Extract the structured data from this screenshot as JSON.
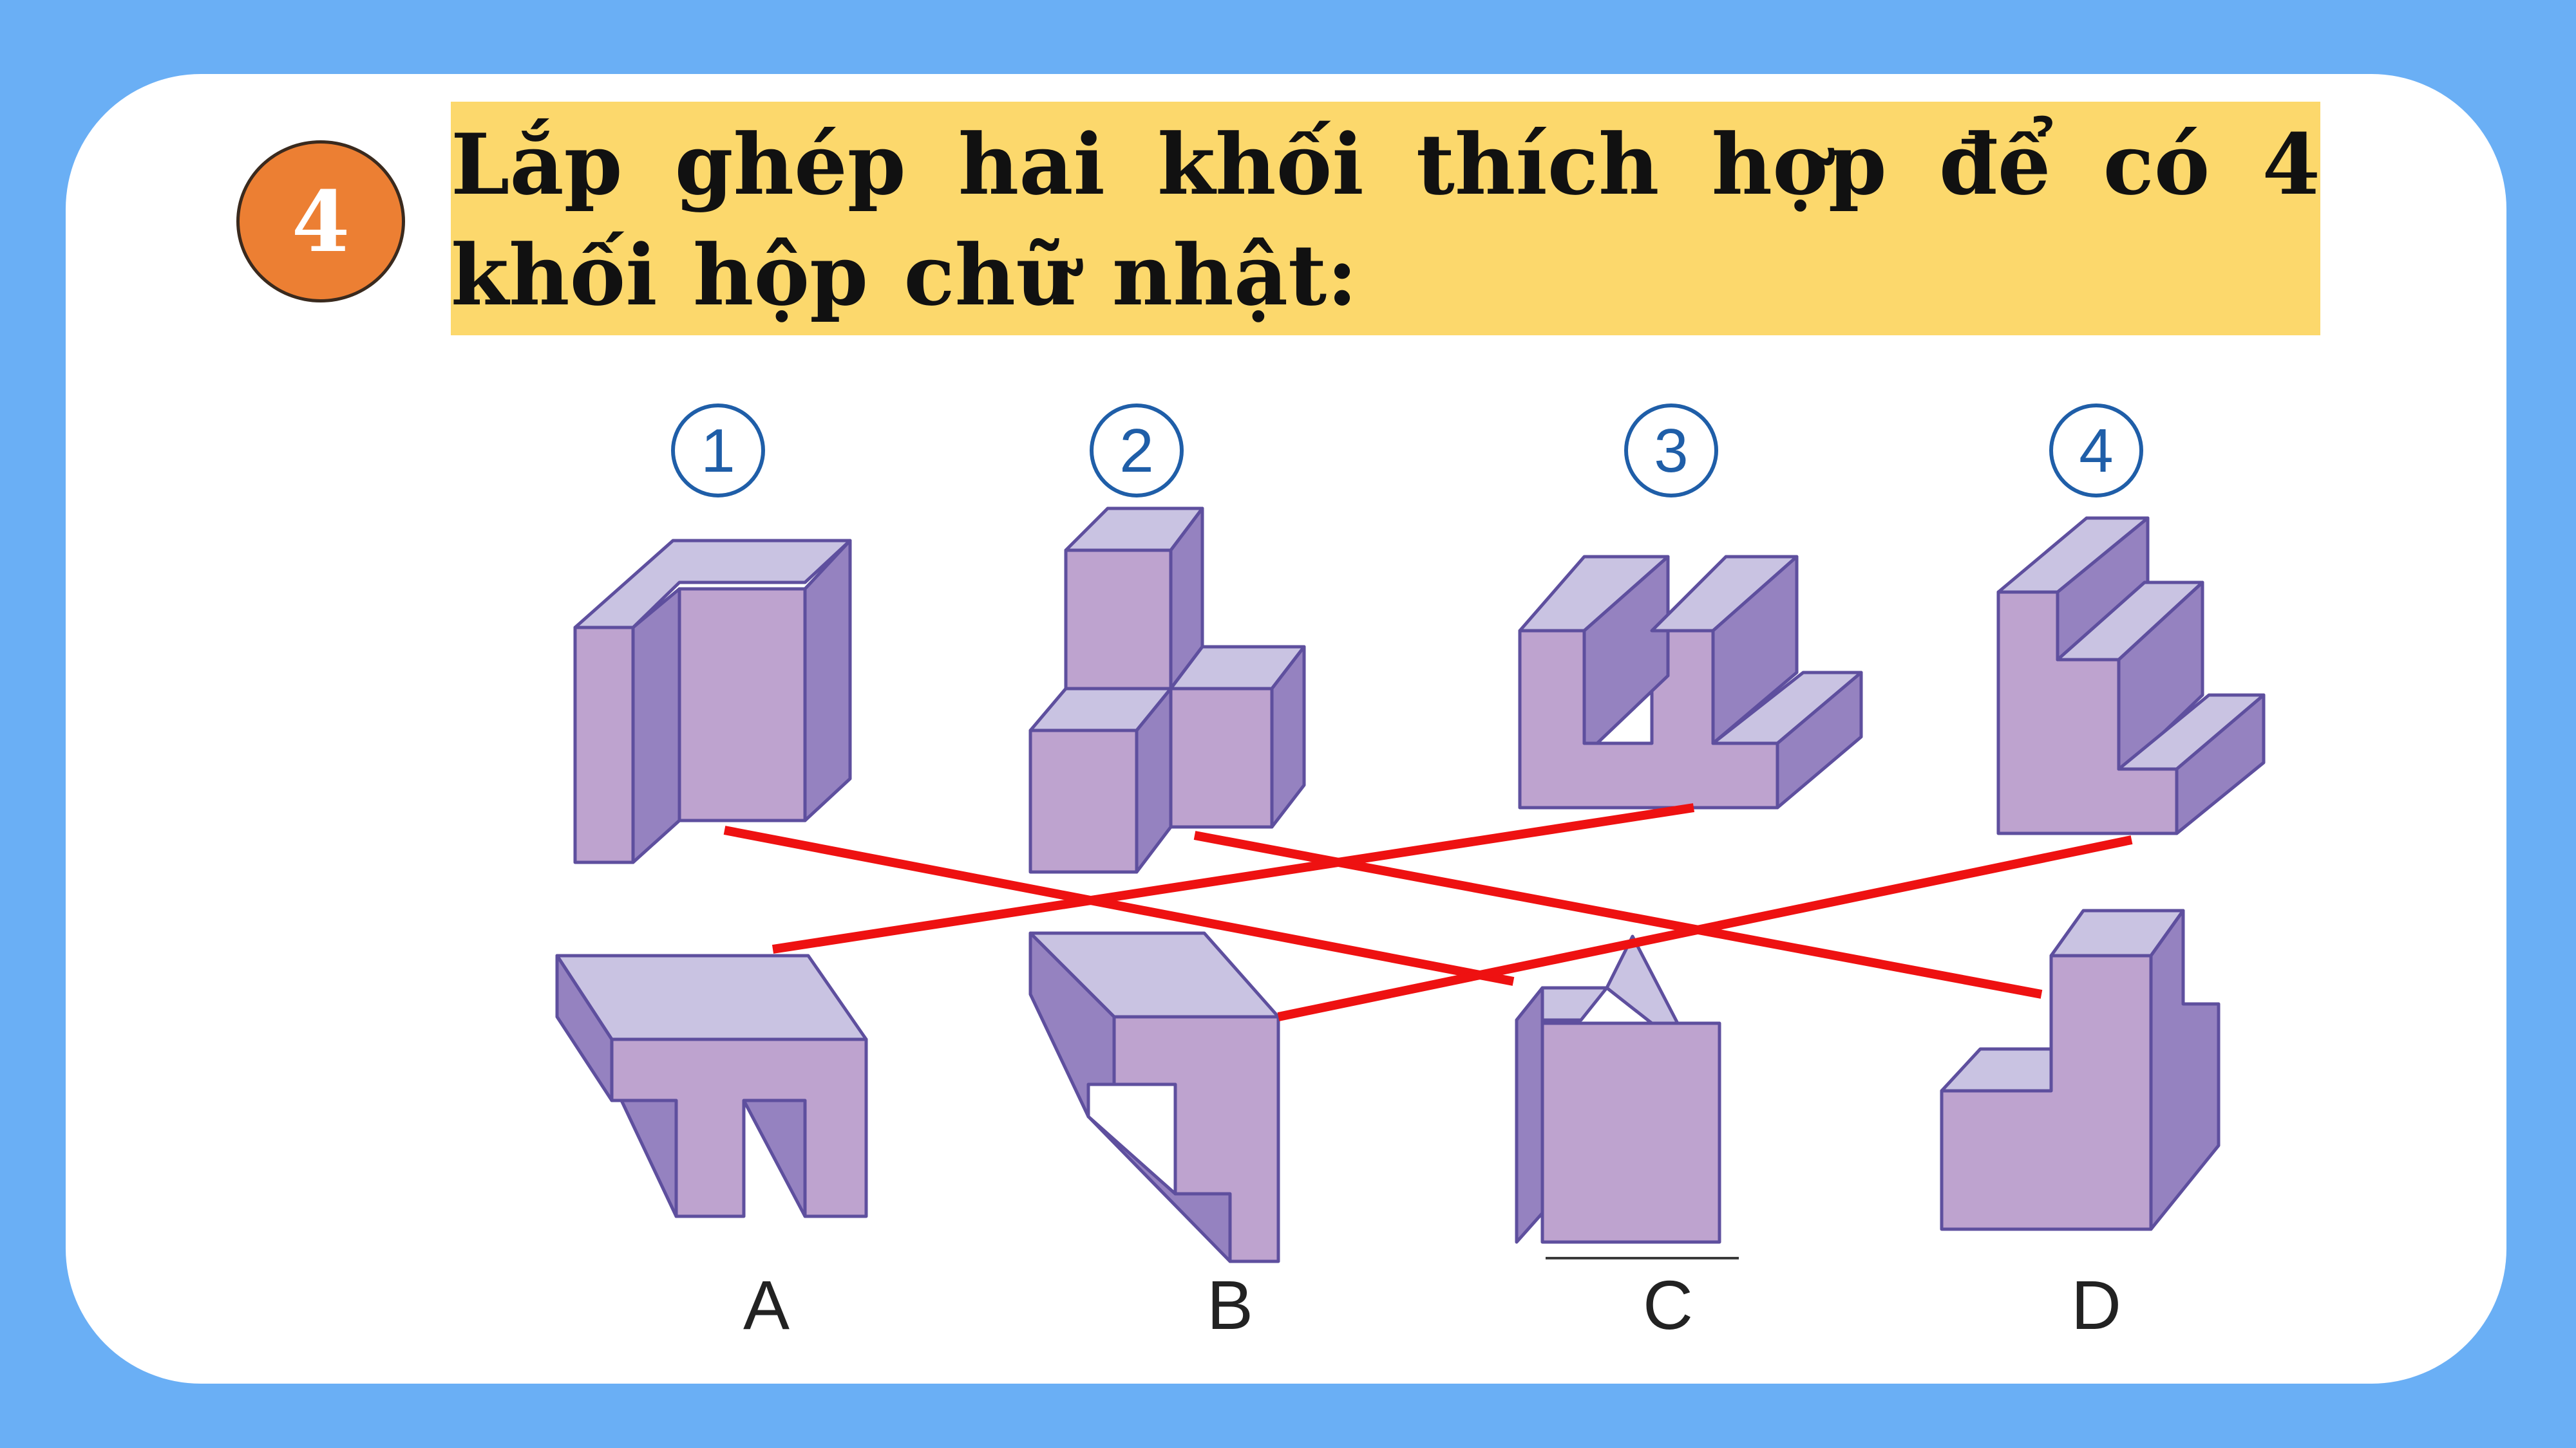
{
  "exercise": {
    "number": "4",
    "title": "Lắp ghép hai khối thích hợp để có 4 khối hộp chữ nhật:"
  },
  "top_blocks": [
    {
      "label": "1"
    },
    {
      "label": "2"
    },
    {
      "label": "3"
    },
    {
      "label": "4"
    }
  ],
  "bottom_blocks": [
    {
      "label": "A"
    },
    {
      "label": "B"
    },
    {
      "label": "C"
    },
    {
      "label": "D"
    }
  ],
  "matches": [
    {
      "from": "1",
      "to": "C"
    },
    {
      "from": "2",
      "to": "D"
    },
    {
      "from": "3",
      "to": "A"
    },
    {
      "from": "4",
      "to": "B"
    }
  ],
  "colors": {
    "background": "#6aaff5",
    "card": "#ffffff",
    "badge": "#ec7f33",
    "title_highlight": "#fcd86c",
    "block_front": "#bea3cf",
    "block_top": "#c9c3e2",
    "block_side": "#9582c0",
    "block_stroke": "#5e4f9e",
    "number_circle": "#1f5ea8",
    "match_line": "#ee1111"
  }
}
